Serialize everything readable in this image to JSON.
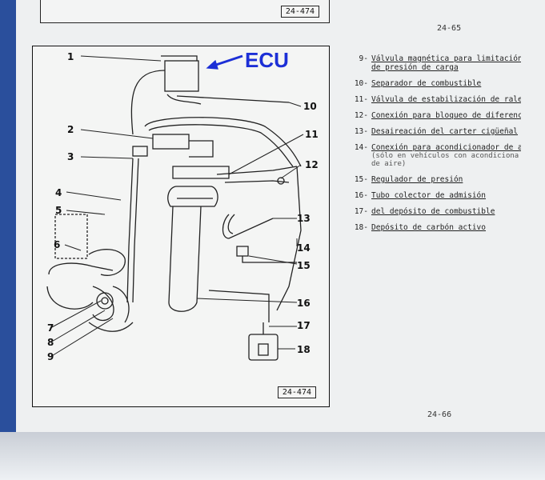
{
  "page": {
    "top_ref": "24-474",
    "page_number_top": "24-65",
    "page_number_bottom": "24-66"
  },
  "diagram": {
    "ref": "24-474",
    "annotation": "ECU",
    "callouts": [
      "1",
      "2",
      "3",
      "4",
      "5",
      "6",
      "7",
      "8",
      "9",
      "10",
      "11",
      "12",
      "13",
      "14",
      "15",
      "16",
      "17",
      "18"
    ]
  },
  "legend": [
    {
      "num": "9-",
      "text": "Válvula magnética para limitación",
      "text2": "de presión de carga"
    },
    {
      "num": "10-",
      "text": "Separador de combustible"
    },
    {
      "num": "11-",
      "text": "Válvula de estabilización de ralení"
    },
    {
      "num": "12-",
      "text": "Conexión para bloqueo de diferenci"
    },
    {
      "num": "13-",
      "text": "Desaireación del carter cigüeñal"
    },
    {
      "num": "14-",
      "text": "Conexión para acondicionador de air",
      "note": "(sólo en vehículos con acondiciona",
      "note2": "de aire)"
    },
    {
      "num": "15-",
      "text": "Regulador de presión"
    },
    {
      "num": "16-",
      "text": "Tubo colector de admisión"
    },
    {
      "num": "17-",
      "text": "del depósito de combustible"
    },
    {
      "num": "18-",
      "text": "Depósito de carbón activo"
    }
  ]
}
